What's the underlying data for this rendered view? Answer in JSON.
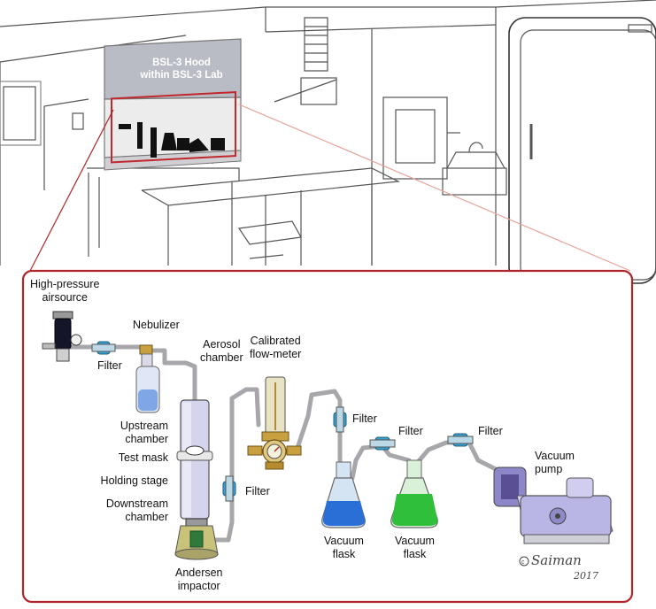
{
  "hood": {
    "title": "BSL-3 Hood\nwithin BSL-3 Lab"
  },
  "labels": {
    "air_source": "High-pressure\nairsource",
    "nebulizer": "Nebulizer",
    "filter": "Filter",
    "aerosol_chamber": "Aerosol\nchamber",
    "flow_meter": "Calibrated\nflow-meter",
    "upstream_chamber": "Upstream\nchamber",
    "test_mask": "Test mask",
    "holding_stage": "Holding stage",
    "downstream_chamber": "Downstream\nchamber",
    "andersen_impactor": "Andersen\nimpactor",
    "vacuum_flask": "Vacuum\nflask",
    "vacuum_pump": "Vacuum\npump"
  },
  "signature": {
    "name": "Saiman",
    "year": "2017"
  },
  "colors": {
    "frame_red": "#b0252a",
    "flask_blue": "#2a6fd6",
    "flask_green": "#2fbf3a",
    "filter_blue": "#3aa0d0",
    "brass": "#c9a040",
    "pump_lavender": "#b9b6e6"
  }
}
